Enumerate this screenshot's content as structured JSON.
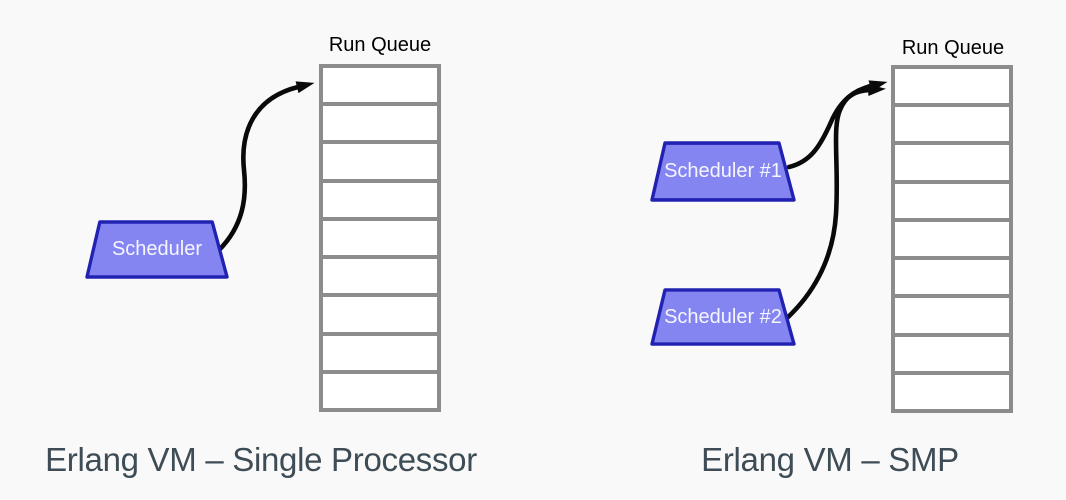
{
  "colors": {
    "background": "#f9f9f9",
    "scheduler-fill": "#8585f2",
    "scheduler-border": "#2222b2",
    "scheduler-text": "#f5f5ff",
    "queue-border": "#8c8c8c",
    "queue-cell-fill": "#ffffff",
    "arrow": "#0a0a0a",
    "caption": "#3d4c55",
    "label": "#000000"
  },
  "panels": [
    {
      "caption": "Erlang VM – Single Processor",
      "run_queue": {
        "label": "Run Queue",
        "cells": 9
      },
      "schedulers": [
        {
          "label": "Scheduler"
        }
      ]
    },
    {
      "caption": "Erlang VM – SMP",
      "run_queue": {
        "label": "Run Queue",
        "cells": 9
      },
      "schedulers": [
        {
          "label": "Scheduler #1"
        },
        {
          "label": "Scheduler #2"
        }
      ]
    }
  ]
}
